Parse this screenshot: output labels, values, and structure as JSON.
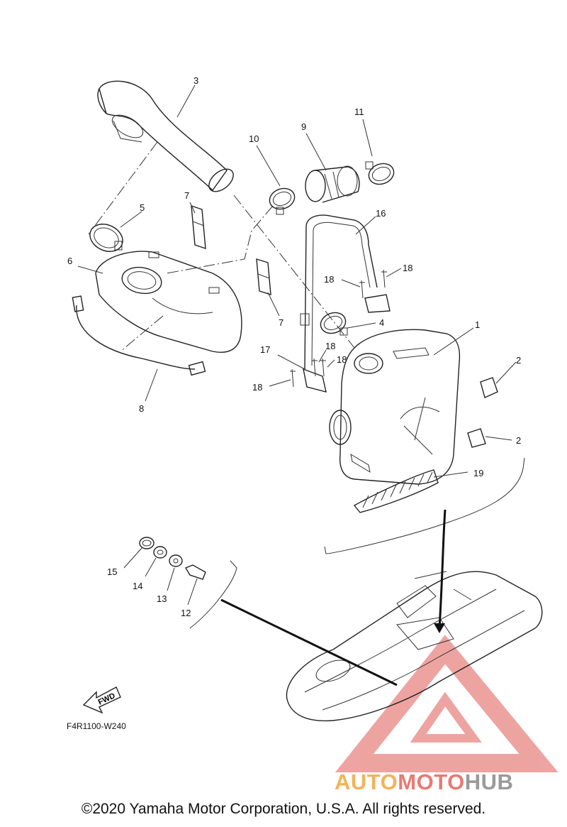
{
  "diagram": {
    "callouts": [
      {
        "id": "c1",
        "text": "1"
      },
      {
        "id": "c2a",
        "text": "2"
      },
      {
        "id": "c2b",
        "text": "2"
      },
      {
        "id": "c3",
        "text": "3"
      },
      {
        "id": "c4",
        "text": "4"
      },
      {
        "id": "c5",
        "text": "5"
      },
      {
        "id": "c6",
        "text": "6"
      },
      {
        "id": "c7a",
        "text": "7"
      },
      {
        "id": "c7b",
        "text": "7"
      },
      {
        "id": "c8",
        "text": "8"
      },
      {
        "id": "c9",
        "text": "9"
      },
      {
        "id": "c10",
        "text": "10"
      },
      {
        "id": "c11",
        "text": "11"
      },
      {
        "id": "c12",
        "text": "12"
      },
      {
        "id": "c13",
        "text": "13"
      },
      {
        "id": "c14",
        "text": "14"
      },
      {
        "id": "c15",
        "text": "15"
      },
      {
        "id": "c16",
        "text": "16"
      },
      {
        "id": "c17",
        "text": "17"
      },
      {
        "id": "c18a",
        "text": "18"
      },
      {
        "id": "c18b",
        "text": "18"
      },
      {
        "id": "c18c",
        "text": "18"
      },
      {
        "id": "c18d",
        "text": "18"
      },
      {
        "id": "c18e",
        "text": "18"
      },
      {
        "id": "c19",
        "text": "19"
      }
    ],
    "fwd_label": "FWD",
    "reference_code": "F4R1100-W240"
  },
  "watermark": {
    "part1": "AUTO",
    "part2": "MOTO",
    "part3": "HUB",
    "colors": {
      "orange": "#f3b35a",
      "red": "#e87a74",
      "gray": "#9a9a9a"
    }
  },
  "footer": {
    "copyright": "©2020 Yamaha Motor Corporation, U.S.A. All rights reserved."
  }
}
